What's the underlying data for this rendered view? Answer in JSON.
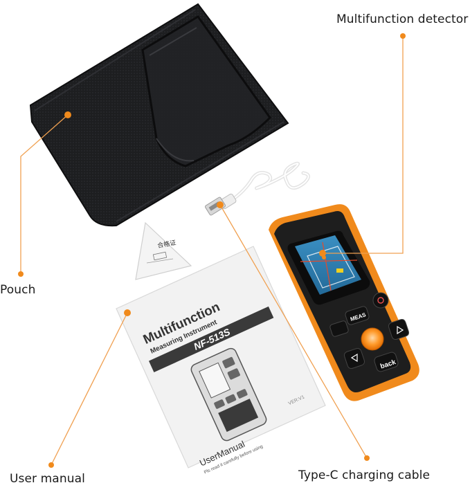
{
  "callouts": {
    "detector": "Multifunction detector",
    "pouch": "Pouch",
    "manual": "User manual",
    "cable": "Type-C charging cable"
  },
  "manual": {
    "title_line1": "Multifunction",
    "title_line2": "Measuring Instrument",
    "model": "NF-513S",
    "version": "VER:V1",
    "footer_title": "UserManual",
    "footer_sub": "Pls read it carefully before using"
  },
  "card": {
    "text": "合格证"
  },
  "device": {
    "btn_meas": "MEAS",
    "btn_back": "back"
  },
  "colors": {
    "accent": "#f08a1c",
    "pouch": "#1b1c1e",
    "device_body": "#1e1e1e",
    "screen": "#2f7fb0"
  }
}
